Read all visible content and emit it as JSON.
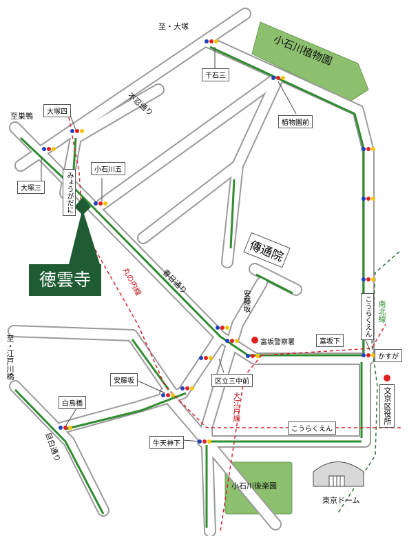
{
  "directions": {
    "otsuka": "至・大塚",
    "sugamo": "至巣鴨",
    "edogawabashi": "至・江戸川橋"
  },
  "parks": {
    "koishikawa_botanical": "小石川植物園",
    "koishikawa_korakuen": "小石川後楽園"
  },
  "temple": {
    "name": "徳雲寺"
  },
  "landmarks": {
    "dentsuin": "傳通院",
    "police": "富坂警察署",
    "ward_office": "文京区役所",
    "tokyo_dome": "東京ドーム"
  },
  "streets": {
    "shinobazu": "不忍通り",
    "kasuga": "春日通り",
    "meijiro": "目白通り",
    "ando_zaka": "安藤坂"
  },
  "intersections": {
    "sengoku3": "千石三",
    "otsuka4": "大塚四",
    "otsuka3": "大塚三",
    "koishikawa5": "小石川五",
    "shokubutsuen_mae": "植物園前",
    "tomizaka_shita": "富坂下",
    "ando_zaka": "安藤坂",
    "shirotori_bashi": "白鳥橋",
    "kuritsu3chu_mae": "区立三中前",
    "gyuten_jinshita": "牛天神下"
  },
  "stations": {
    "myogadani": "みょうがだに",
    "korakuen_v": "こうらくえん",
    "korakuen_h": "こうらくえん",
    "kasuga": "かすが"
  },
  "lines": {
    "marunouchi": "丸の内線",
    "namboku": "南北線",
    "oedo": "大江戸線"
  },
  "colors": {
    "road_green": "#2e8b2e",
    "park_green": "#8cbf6e",
    "temple_green": "#1f5c34",
    "subway_red": "#d8202a",
    "namboku_green": "#2d6e3a",
    "signal_blue": "#1f3fbf",
    "signal_red": "#e02020",
    "signal_yellow": "#f5c400"
  }
}
